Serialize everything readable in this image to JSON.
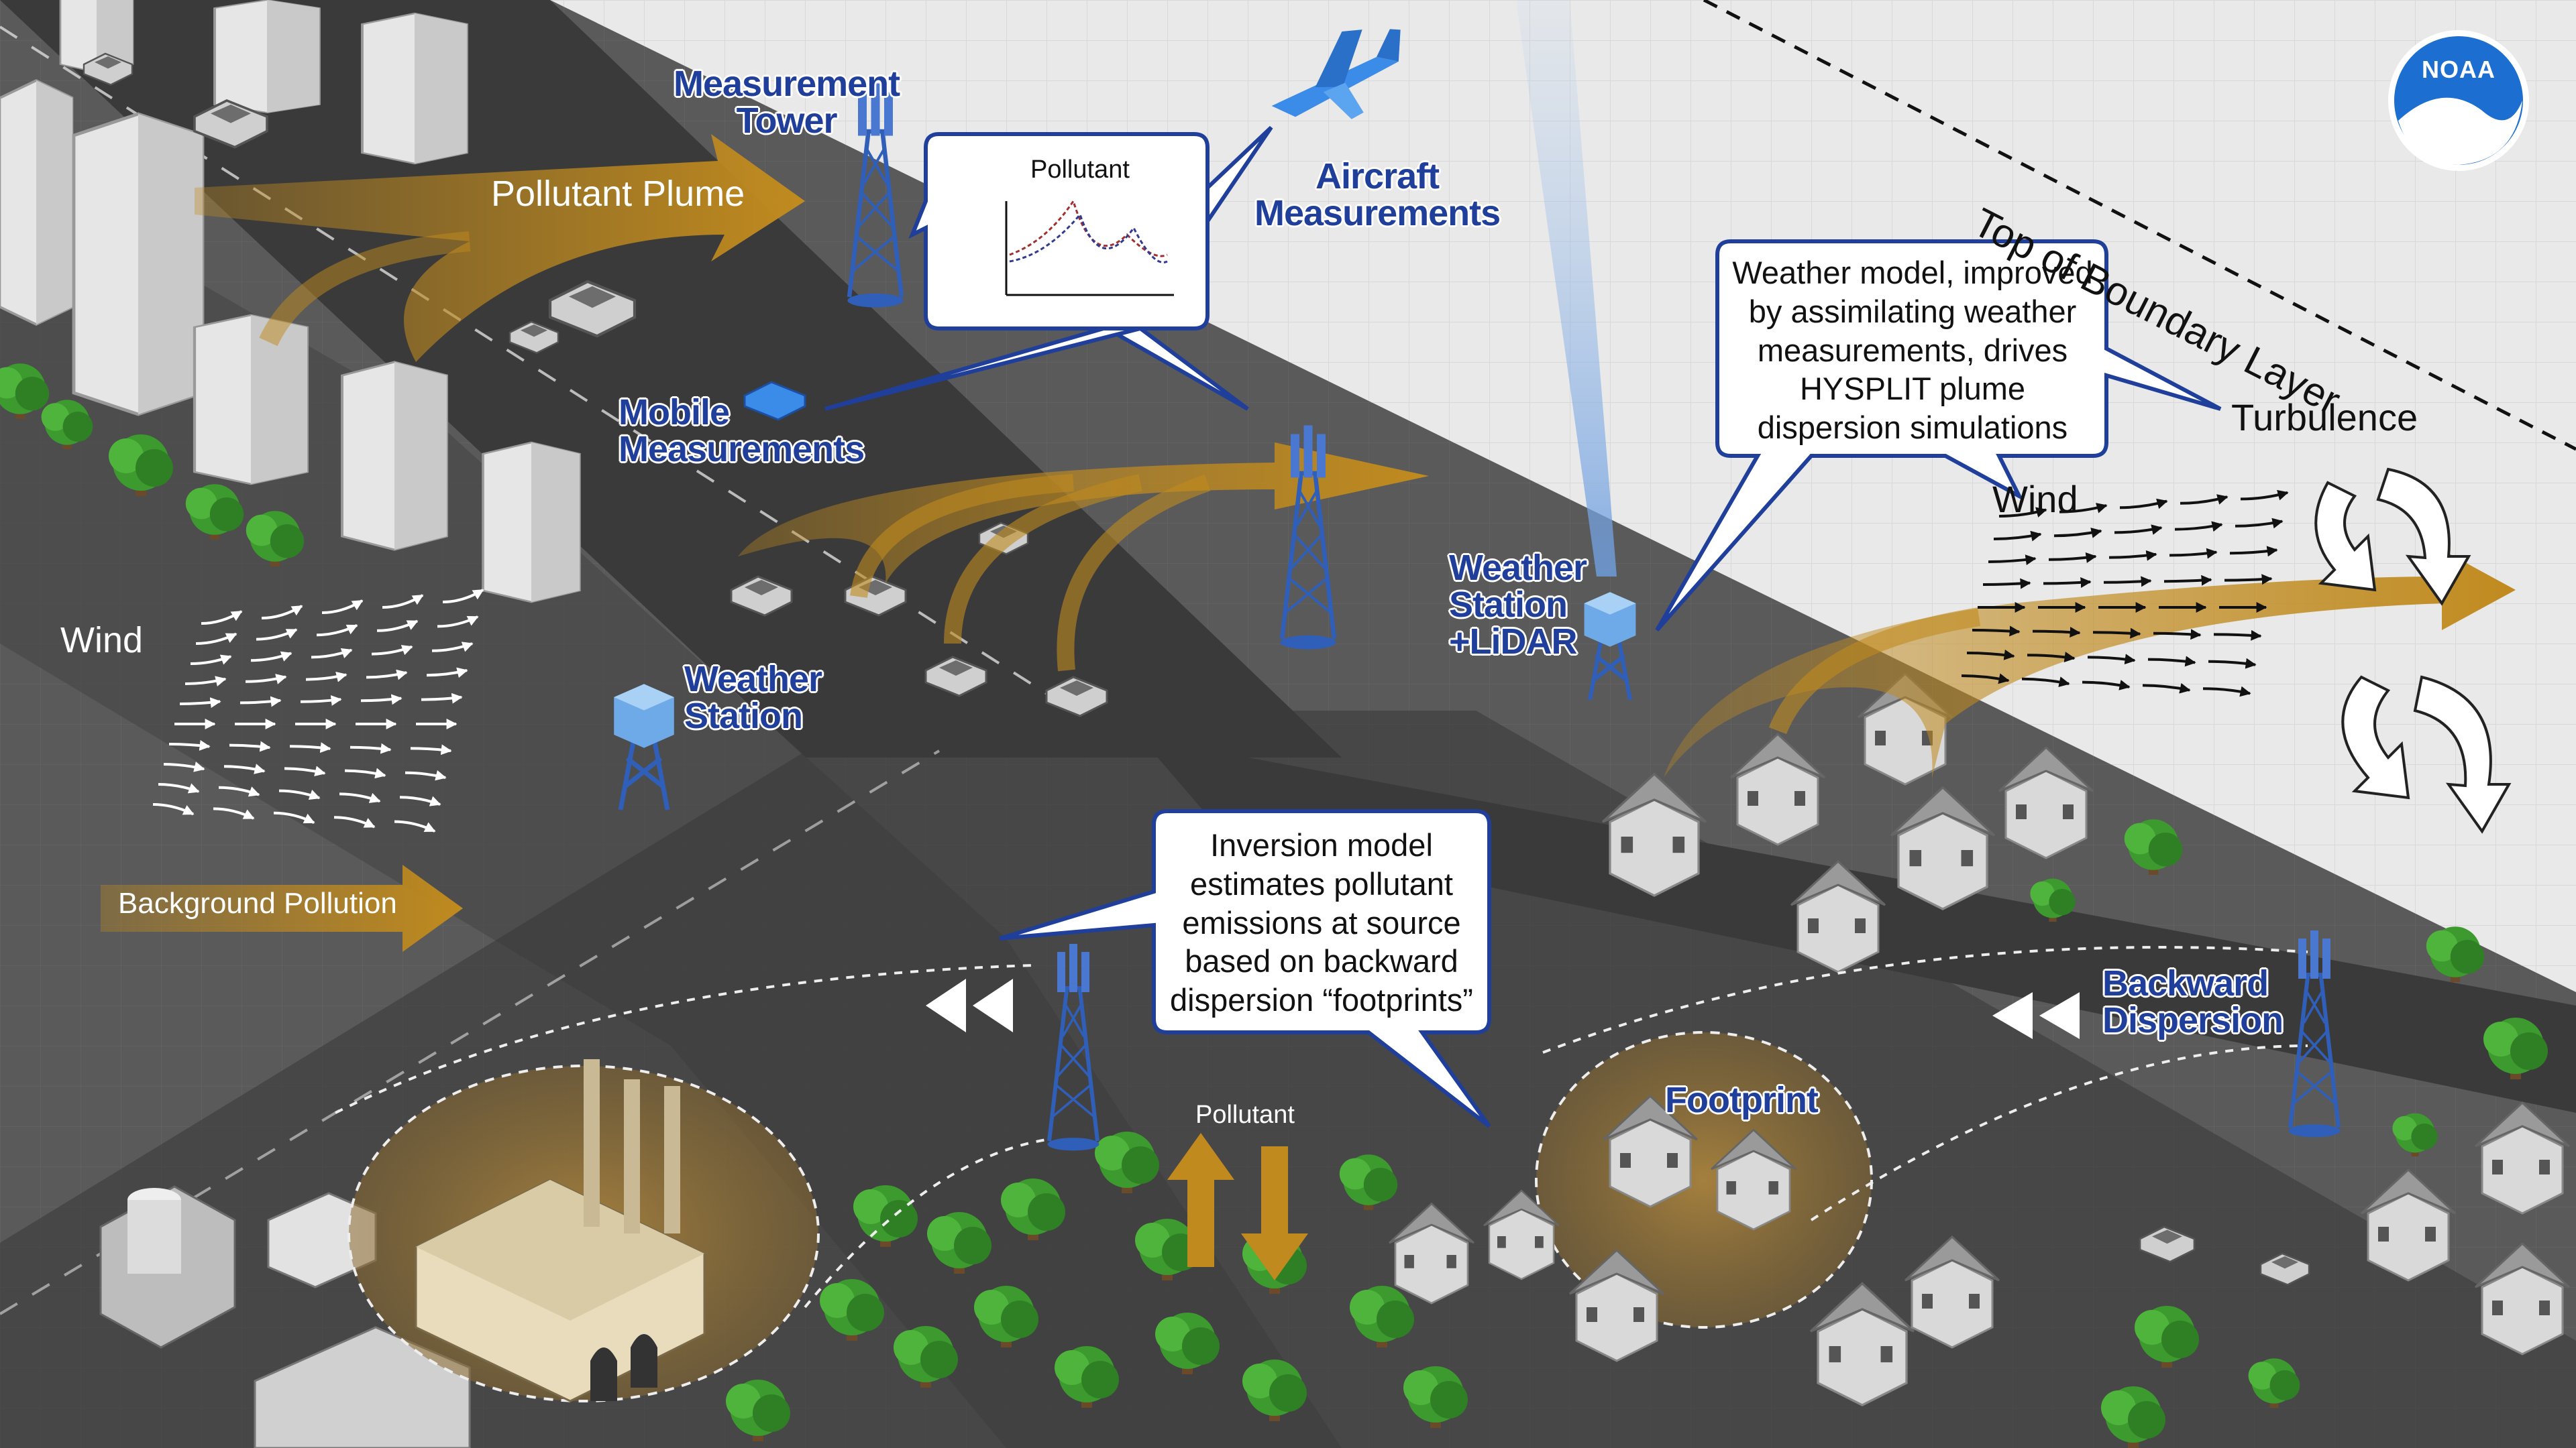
{
  "labels": {
    "measurement_tower": "Measurement\nTower",
    "pollutant_plume": "Pollutant Plume",
    "aircraft": "Aircraft\nMeasurements",
    "mobile": "Mobile\nMeasurements",
    "weather_station": "Weather\nStation",
    "weather_station_lidar": "Weather\nStation\n+LiDAR",
    "wind_left": "Wind",
    "wind_right": "Wind",
    "background_pollution": "Background Pollution",
    "top_boundary": "Top of Boundary Layer",
    "turbulence": "Turbulence",
    "backward_dispersion": "Backward\nDispersion",
    "footprint": "Footprint",
    "pollutant_arrows": "Pollutant"
  },
  "callouts": {
    "inset_chart_title": "Pollutant",
    "weather_model": "Weather model, improved\nby assimilating weather\nmeasurements, drives\nHYSPLIT plume\ndispersion simulations",
    "inversion_model": "Inversion model\nestimates pollutant\nemissions at source\nbased on backward\ndispersion “footprints”"
  },
  "logo": {
    "text": "NOAA"
  },
  "colors": {
    "plume": "#c08a1e",
    "label_blue": "#1f3f9a",
    "road": "#3a3a3a",
    "ground": "#5a5a5a",
    "sky": "#e9e9e9",
    "tree": "#3c9a2f",
    "noaa": "#1c6fd1"
  }
}
